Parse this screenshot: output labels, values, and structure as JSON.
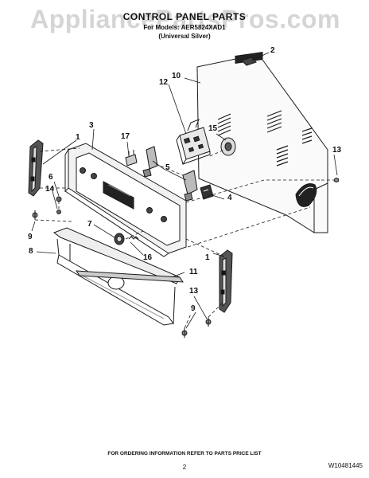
{
  "watermark": "AppliancePartsPros.com",
  "header": {
    "title": "CONTROL PANEL PARTS",
    "models": "For Models: AER5824XAD1",
    "variant": "(Universal Silver)"
  },
  "callouts": {
    "c1a": "1",
    "c1b": "1",
    "c2": "2",
    "c3": "3",
    "c4": "4",
    "c5": "5",
    "c6": "6",
    "c7": "7",
    "c8": "8",
    "c9a": "9",
    "c9b": "9",
    "c10": "10",
    "c11": "11",
    "c12": "12",
    "c13a": "13",
    "c13b": "13",
    "c14": "14",
    "c15": "15",
    "c16": "16",
    "c17": "17"
  },
  "footer": {
    "note": "FOR ORDERING INFORMATION REFER TO PARTS PRICE LIST",
    "page": "2",
    "doc_number": "W10481445"
  },
  "colors": {
    "line": "#1a1a1a",
    "watermark": "#969696"
  }
}
